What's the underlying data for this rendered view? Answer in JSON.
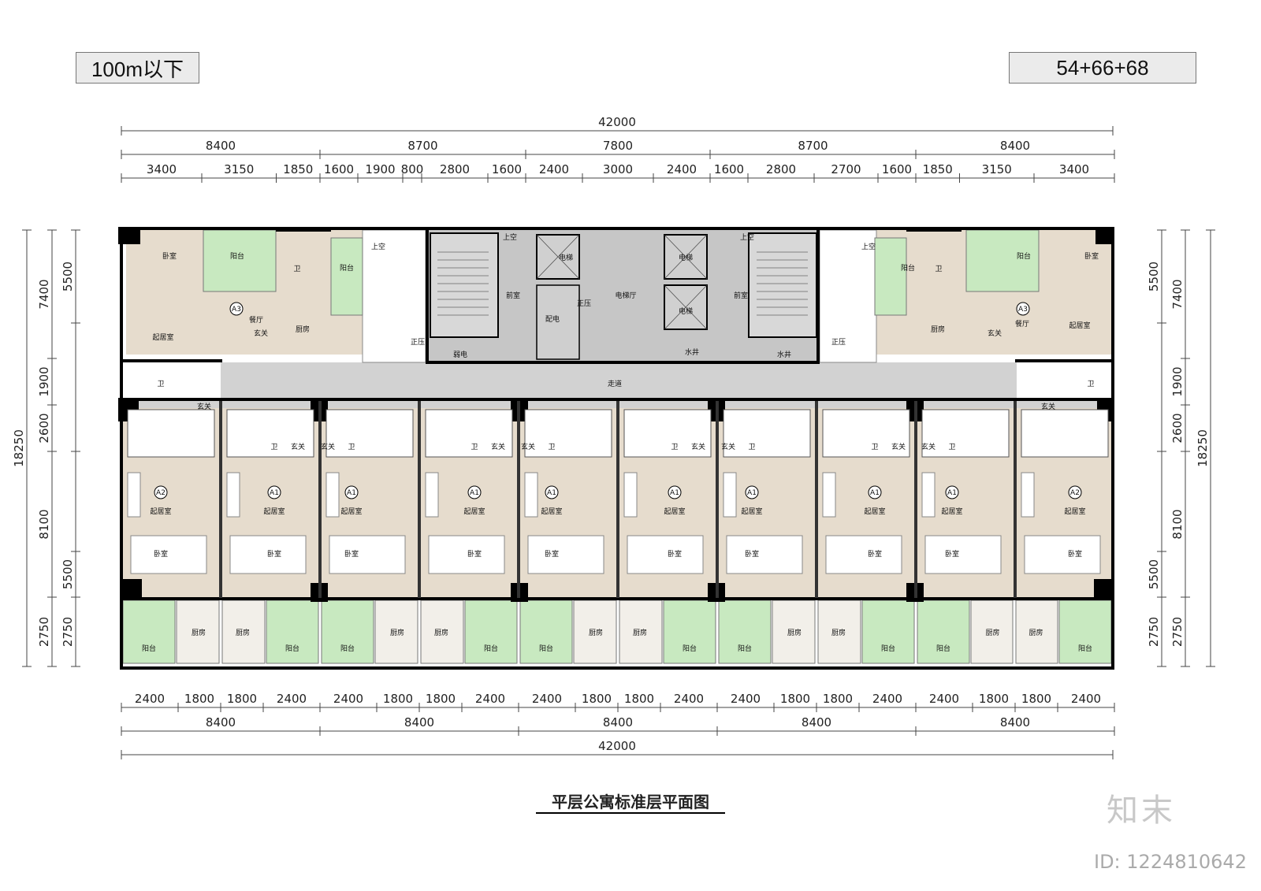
{
  "tags": {
    "left": "100m以下",
    "right": "54+66+68"
  },
  "title": "平层公寓标准层平面图",
  "dimensions": {
    "overall": "42000",
    "top_bays": [
      "8400",
      "8700",
      "7800",
      "8700",
      "8400"
    ],
    "top_sub": [
      "3400",
      "3150",
      "1850",
      "1600",
      "1900",
      "800",
      "2800",
      "1600",
      "2400",
      "3000",
      "2400",
      "1600",
      "2800",
      "2700",
      "1600",
      "1850",
      "3150",
      "3400"
    ],
    "bottom_sub": [
      "2400",
      "1800",
      "1800",
      "2400",
      "2400",
      "1800",
      "1800",
      "2400",
      "2400",
      "1800",
      "1800",
      "2400",
      "2400",
      "1800",
      "1800",
      "2400",
      "2400",
      "1800",
      "1800",
      "2400"
    ],
    "bottom_bays": [
      "8400",
      "8400",
      "8400",
      "8400",
      "8400"
    ],
    "side_total": "18250",
    "side_outer": [
      "7400",
      "1900",
      "2600",
      "8100",
      "2750"
    ],
    "side_inner": [
      "5500",
      "5500",
      "2750"
    ]
  },
  "units": {
    "a1": "A1",
    "a2": "A2",
    "a3": "A3"
  },
  "rooms": {
    "bedroom": "卧室",
    "balcony": "阳台",
    "bath": "卫",
    "living": "起居室",
    "dining": "餐厅",
    "foyer": "玄关",
    "kitchen": "厨房",
    "void": "上空",
    "anteroom": "前室",
    "lift": "电梯",
    "lift_hall": "电梯厅",
    "power": "配电",
    "weak": "弱电",
    "pressure": "正压",
    "shaft": "水井",
    "corridor": "走道"
  },
  "watermark": {
    "brand": "知末",
    "id": "ID: 1224810642"
  },
  "colors": {
    "living": "#e6dccd",
    "balcony": "#c8e9c0",
    "core": "#c6c6c6",
    "corridor": "#d2d2d2",
    "wall": "#000000",
    "tag_bg": "#ebebeb"
  }
}
